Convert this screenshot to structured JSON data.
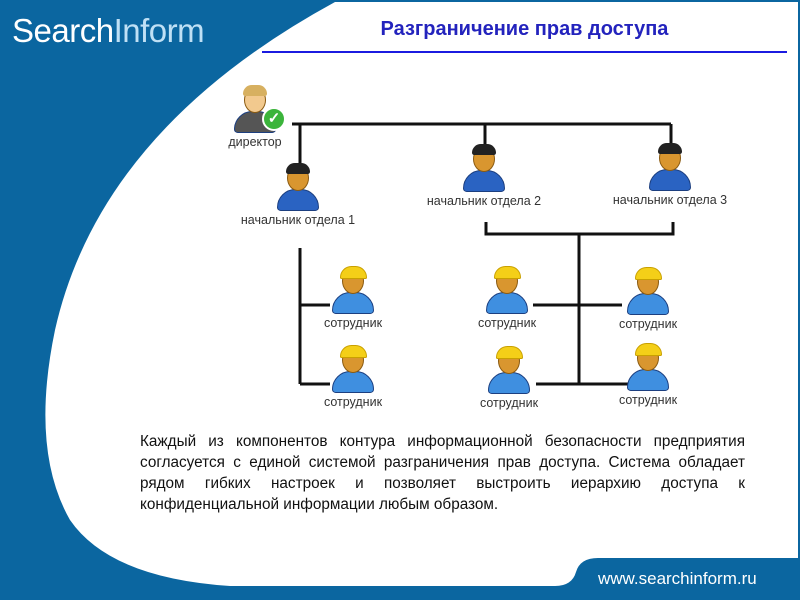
{
  "header": {
    "logo_part1": "Search",
    "logo_part2": "Inform",
    "title": "Разграничение прав доступа"
  },
  "diagram": {
    "director": "директор",
    "managers": [
      "начальник отдела 1",
      "начальник отдела 2",
      "начальник отдела 3"
    ],
    "employee": "сотрудник"
  },
  "description": "Каждый из компонентов контура информационной безопасности предприятия согласуется с единой системой разграничения прав доступа. Система обладает рядом гибких настроек и позволяет выстроить иерархию доступа к конфиденциальной информации любым образом.",
  "footer": {
    "url": "www.searchinform.ru"
  },
  "colors": {
    "brand_blue": "#0b66a0",
    "title": "#2323bd"
  }
}
